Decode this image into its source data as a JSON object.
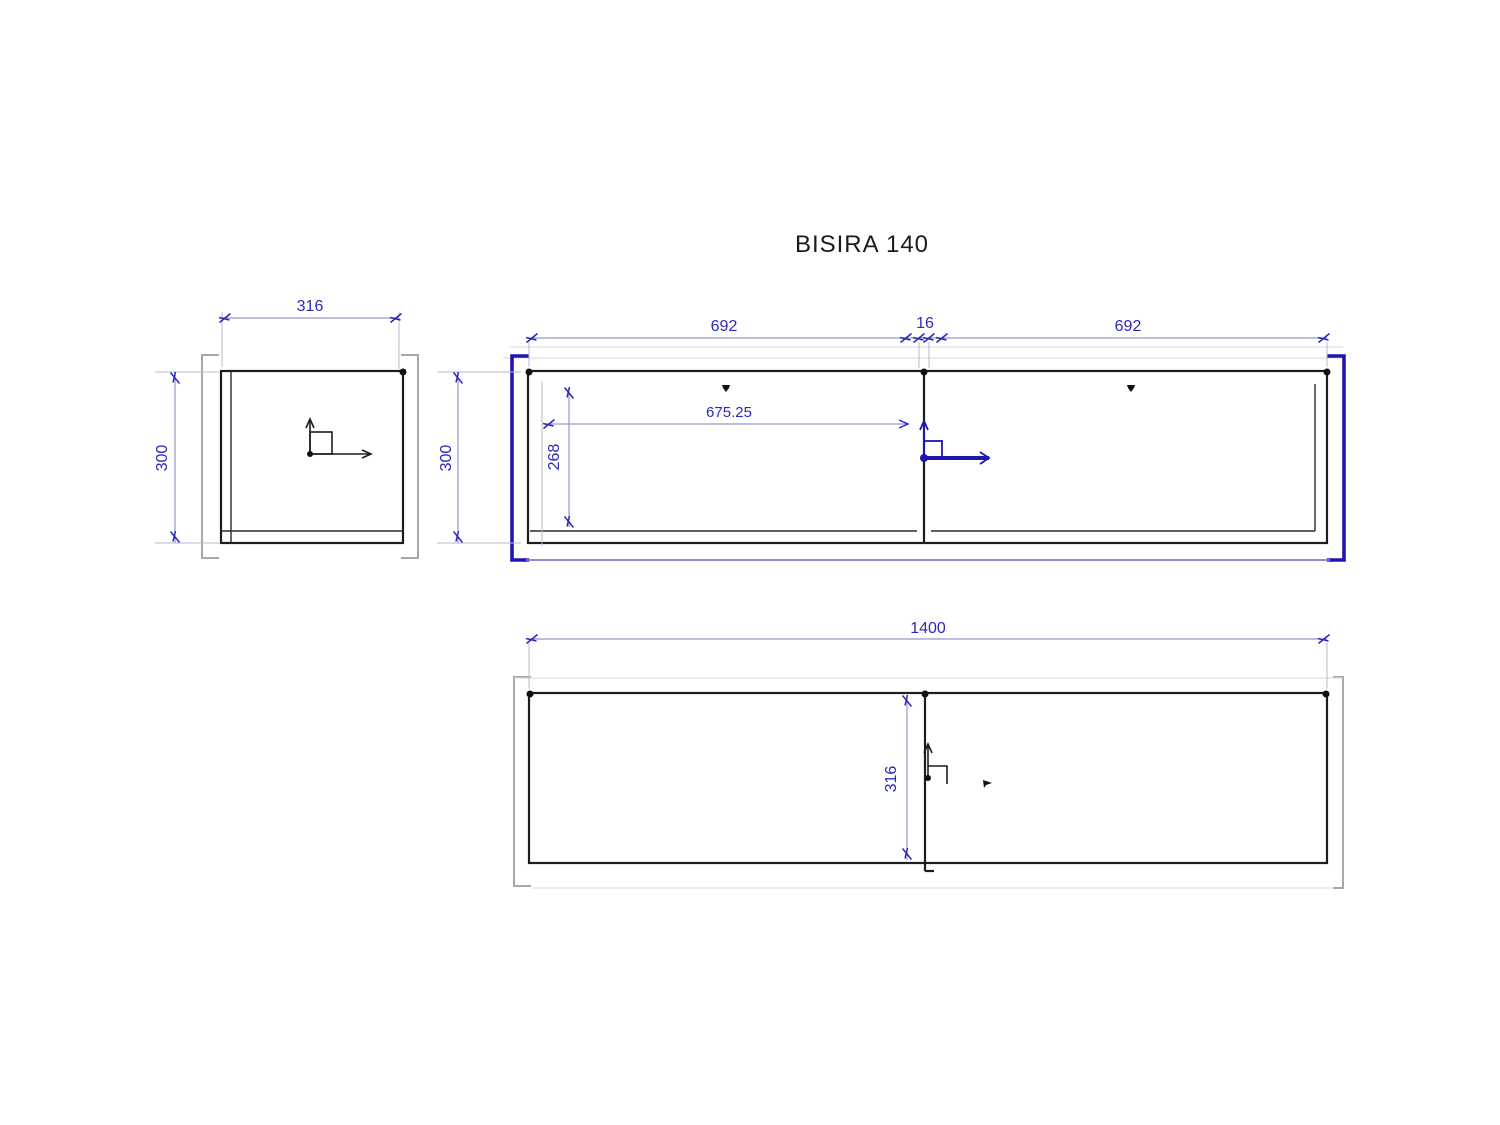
{
  "title": "BISIRA 140",
  "colors": {
    "line": "#1d1d1d",
    "dimension": "#2b28bb",
    "dimension_line": "#9798c8",
    "extension_line": "#b7b8d2",
    "viewport_frame_gray": "#a7a7a7",
    "viewport_frame_blue": "#1d16b0",
    "viewport_bottom_line": "#807cc6",
    "background": "#ffffff"
  },
  "views": {
    "side": {
      "width_dim": "316",
      "height_dim": "300"
    },
    "front": {
      "left_door_width_dim": "692",
      "door_gap_dim": "16",
      "right_door_width_dim": "692",
      "interior_width_dim": "675.25",
      "interior_height_dim": "268",
      "height_dim": "300"
    },
    "top": {
      "total_width_dim": "1400",
      "depth_dim": "316"
    }
  }
}
